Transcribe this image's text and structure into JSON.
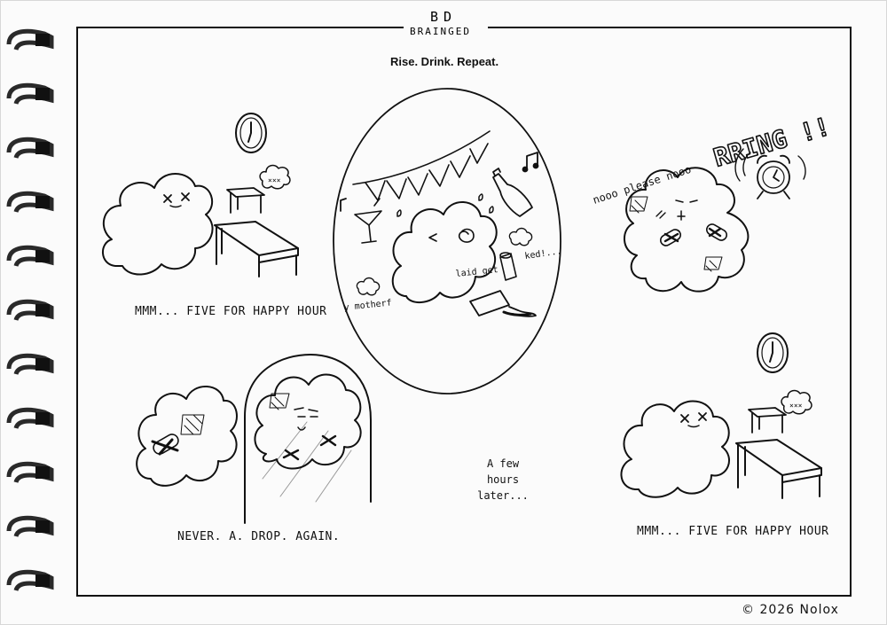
{
  "logo": {
    "letters": "BD",
    "word": "BRAINGED"
  },
  "title": "Rise. Drink. Repeat.",
  "panels": {
    "top_left_caption": "MMM... FIVE FOR HAPPY HOUR",
    "bottom_left_caption": "NEVER. A. DROP. AGAIN.",
    "bottom_right_caption": "MMM... FIVE FOR HAPPY HOUR",
    "transition": "A few\nhours\nlater...",
    "alarm_sound": "RRING !!",
    "alarm_mumble": "nooo please nooo",
    "party_text_1": "laid get",
    "party_text_2": "ked!...",
    "party_text_3": "y motherf"
  },
  "copyright": "© 2026 Nolox",
  "colors": {
    "ink": "#111111",
    "paper": "#fbfbfb",
    "spiral": "#2a2a2a"
  }
}
